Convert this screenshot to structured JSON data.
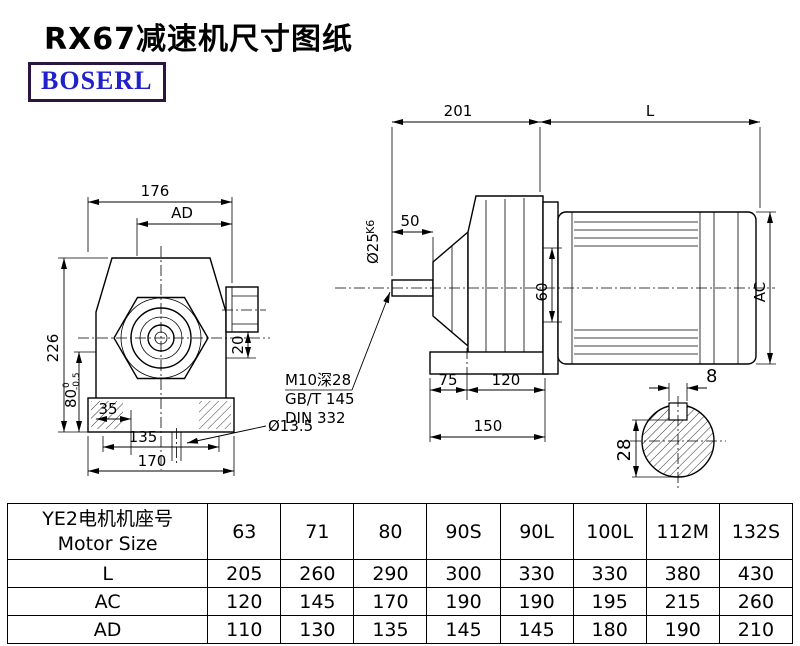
{
  "page": {
    "title": "RX67减速机尺寸图纸",
    "logo_text": "BOSERL"
  },
  "front_view": {
    "dim_width_top": "176",
    "dim_ad": "AD",
    "dim_height": "226",
    "dim_80": "80",
    "dim_80_tol_upper": "0",
    "dim_80_tol_lower": "-0.5",
    "dim_35": "35",
    "dim_135": "135",
    "dim_170": "170",
    "dim_20": "20",
    "dim_hole": "Ø13.5"
  },
  "side_view": {
    "dim_201": "201",
    "dim_L": "L",
    "dim_50": "50",
    "dim_shaft_dia": "Ø25",
    "dim_shaft_fit": "K6",
    "dim_60": "60",
    "dim_AC": "AC",
    "note_tap": "M10深28",
    "note_gb": "GB/T 145",
    "note_din": "DIN 332",
    "dim_75": "75",
    "dim_120": "120",
    "dim_150": "150"
  },
  "section_view": {
    "dim_key_width": "8",
    "dim_28": "28"
  },
  "table": {
    "row_header_line1": "YE2电机机座号",
    "row_header_line2": "Motor Size",
    "motor_sizes": [
      "63",
      "71",
      "80",
      "90S",
      "90L",
      "100L",
      "112M",
      "132S"
    ],
    "rows": [
      {
        "label": "L",
        "values": [
          "205",
          "260",
          "290",
          "300",
          "330",
          "330",
          "380",
          "430"
        ]
      },
      {
        "label": "AC",
        "values": [
          "120",
          "145",
          "170",
          "190",
          "190",
          "195",
          "215",
          "260"
        ]
      },
      {
        "label": "AD",
        "values": [
          "110",
          "130",
          "135",
          "145",
          "145",
          "180",
          "190",
          "210"
        ]
      }
    ]
  }
}
